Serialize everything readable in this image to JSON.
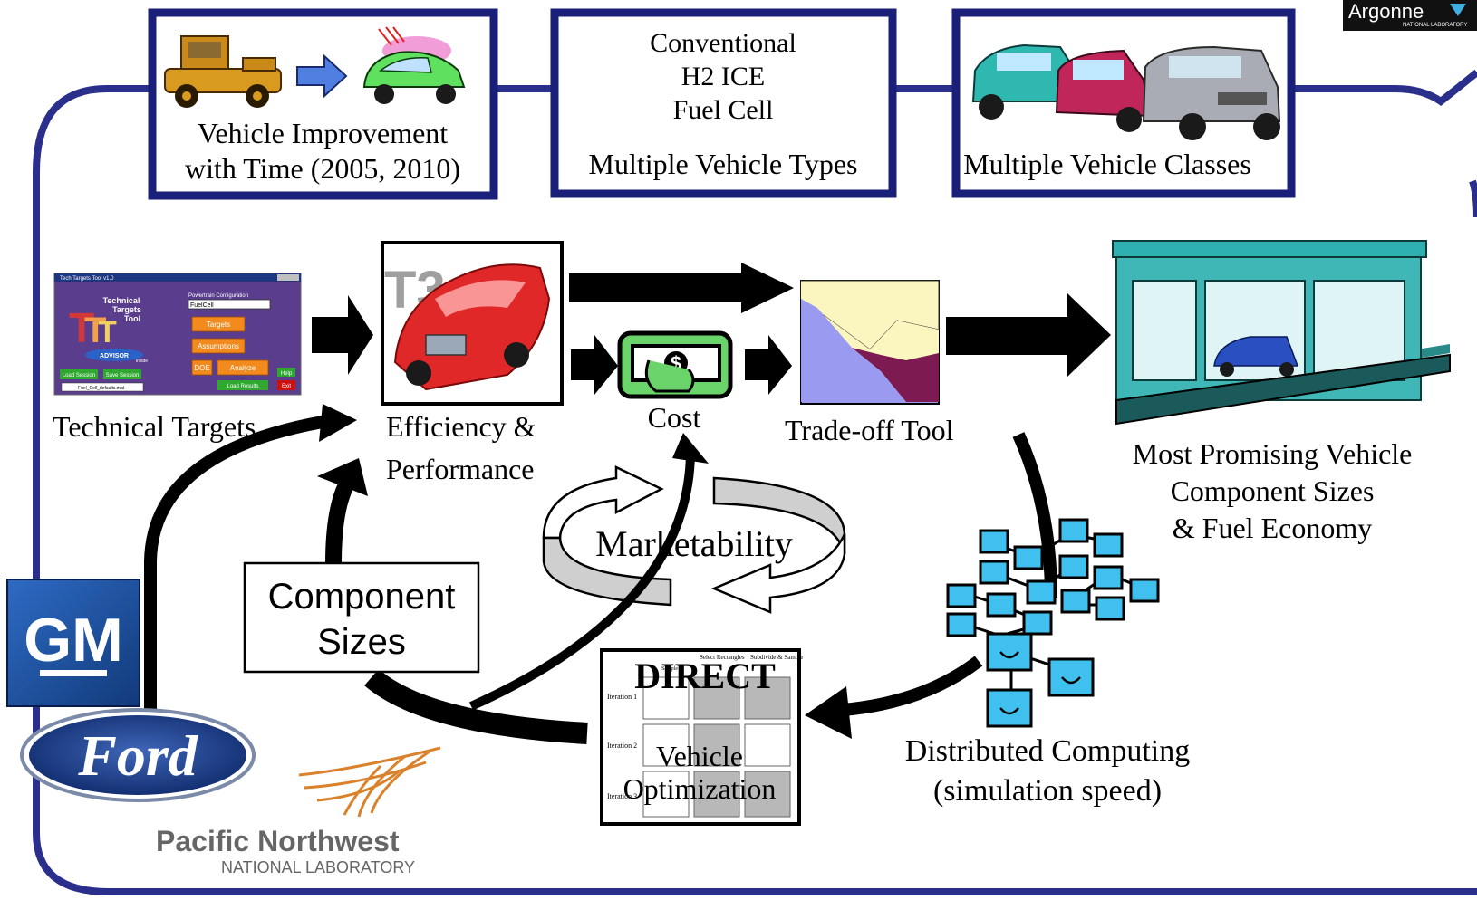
{
  "argonne_logo": {
    "text": "Argonne",
    "subtitle": "NATIONAL LABORATORY"
  },
  "top_boxes": {
    "vehicle_improvement": {
      "line1": "Vehicle Improvement",
      "line2": "with Time (2005, 2010)"
    },
    "vehicle_types": {
      "line1": "Conventional",
      "line2": "H2 ICE",
      "line3": "Fuel Cell",
      "label": "Multiple Vehicle Types"
    },
    "vehicle_classes": {
      "label": "Multiple Vehicle Classes"
    }
  },
  "tech_targets_window": {
    "title": "Tech Targets Tool v1.0",
    "heading_line1": "Technical",
    "heading_line2": "Targets",
    "heading_line3": "Tool",
    "config_label": "Powertrain Configuration",
    "config_value": "FuelCell",
    "targets_btn": "Targets",
    "assumptions_btn": "Assumptions",
    "doe_btn": "DOE",
    "analyze_btn": "Analyze",
    "help_btn": "Help",
    "advisor_text": "ADVISOR",
    "advisor_inside": "inside",
    "load_session_btn": "Load Session",
    "save_session_btn": "Save Session",
    "file_field": "Fuel_Cell_defaults.mat",
    "load_results_btn": "Load Results",
    "exit_btn": "Exit"
  },
  "labels": {
    "technical_targets": "Technical Targets",
    "efficiency_line1": "Efficiency &",
    "efficiency_line2": "Performance",
    "cost": "Cost",
    "tradeoff": "Trade-off Tool",
    "most_promising_line1": "Most Promising Vehicle",
    "most_promising_line2": "Component Sizes",
    "most_promising_line3": "& Fuel Economy",
    "marketability": "Marketability",
    "component_sizes_line1": "Component",
    "component_sizes_line2": "Sizes",
    "distributed_line1": "Distributed Computing",
    "distributed_line2": "(simulation speed)",
    "direct": "DIRECT",
    "vehicle_opt_line1": "Vehicle",
    "vehicle_opt_line2": "Optimization",
    "t3": "T3"
  },
  "direct_grid": {
    "col1": "Sample",
    "col2": "Select Rectangles",
    "col3": "Subdivide & Sample",
    "row1": "Iteration 1",
    "row2": "Iteration 2",
    "row3": "Iteration 3"
  },
  "logos": {
    "gm": "GM",
    "ford": "Ford",
    "pnnl_line1": "Pacific Northwest",
    "pnnl_line2": "NATIONAL LABORATORY"
  },
  "colors": {
    "frame": "#2b2f8c",
    "box_border": "#1a1f7a",
    "tradeoff_blue": "#9a9bf0",
    "tradeoff_cream": "#fbf5c0",
    "tradeoff_maroon": "#7d1a52",
    "cost_green": "#6ad36a",
    "store_teal": "#3fb7b7",
    "gm_blue": "#1d4f9c",
    "ford_blue": "#1b3f8c",
    "pnnl_orange": "#d9822b"
  }
}
